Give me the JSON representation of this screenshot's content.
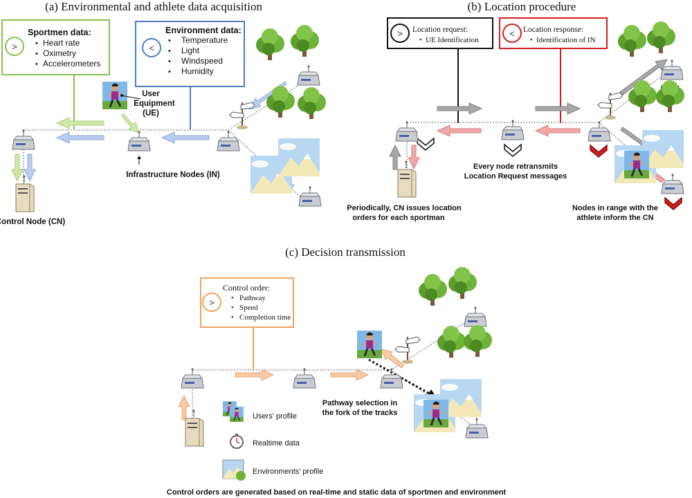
{
  "colors": {
    "green": "#8cbf4e",
    "blue": "#4a7fc1",
    "black": "#111111",
    "red": "#d21e1e",
    "orange": "#f0a35c",
    "light_blue_arrow": "#b9cdef",
    "light_green_arrow": "#cfe8a8",
    "gray_arrow": "#a8a8a8",
    "pink_arrow": "#f2a8a8",
    "orange_arrow": "#f8c9a4",
    "node_gray": "#bfc3c8",
    "tree_green": "#6aa832",
    "sky": "#bcd9f0"
  },
  "panel_a": {
    "title": "(a)  Environmental and athlete data acquisition",
    "sportmen": {
      "symbol": ">",
      "heading": "Sportmen data:",
      "items": [
        "Heart rate",
        "Oximetry",
        "Accelerometers"
      ]
    },
    "environment": {
      "symbol": "<",
      "heading": "Environment data:",
      "items": [
        "Temperature",
        "Light",
        "Windspeed",
        "Humidity"
      ]
    },
    "ue_label": [
      "User",
      "Equipment",
      "(UE)"
    ],
    "in_label": "Infrastructure Nodes (IN)",
    "cn_label": "Control Node (CN)"
  },
  "panel_b": {
    "title": "(b)  Location procedure",
    "request": {
      "symbol": ">",
      "heading": "Location request:",
      "items": [
        "UE Identification"
      ]
    },
    "response": {
      "symbol": "<",
      "heading": "Location response:",
      "items": [
        "Identification of IN"
      ]
    },
    "periodic_caption": [
      "Periodically, CN issues location",
      "orders for each sportman"
    ],
    "retransmit_caption": [
      "Every node retransmits",
      "Location Request messages"
    ],
    "range_caption": [
      "Nodes in range with the",
      "athlete inform the CN"
    ]
  },
  "panel_c": {
    "title": "(c)  Decision transmission",
    "order": {
      "symbol": ">",
      "heading": "Control order:",
      "items": [
        "Pathway",
        "Speed",
        "Completion time"
      ]
    },
    "pathway_caption": [
      "Pathway selection in",
      "the fork of the tracks"
    ],
    "legend": [
      "Users' profile",
      "Realtime data",
      "Environments' profile"
    ],
    "footer": "Control orders are generated based on real-time and static data of sportmen and environment"
  }
}
